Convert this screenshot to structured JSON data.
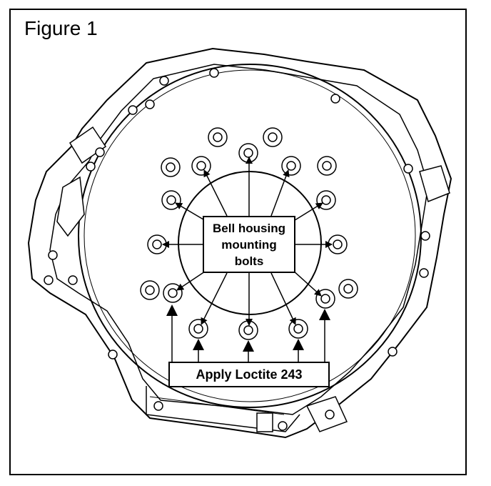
{
  "figure": {
    "title": "Figure 1"
  },
  "labels": {
    "bell_housing": "Bell housing\nmounting\nbolts",
    "loctite": "Apply Loctite 243"
  },
  "colors": {
    "ink": "#000000",
    "paper": "#ffffff"
  }
}
